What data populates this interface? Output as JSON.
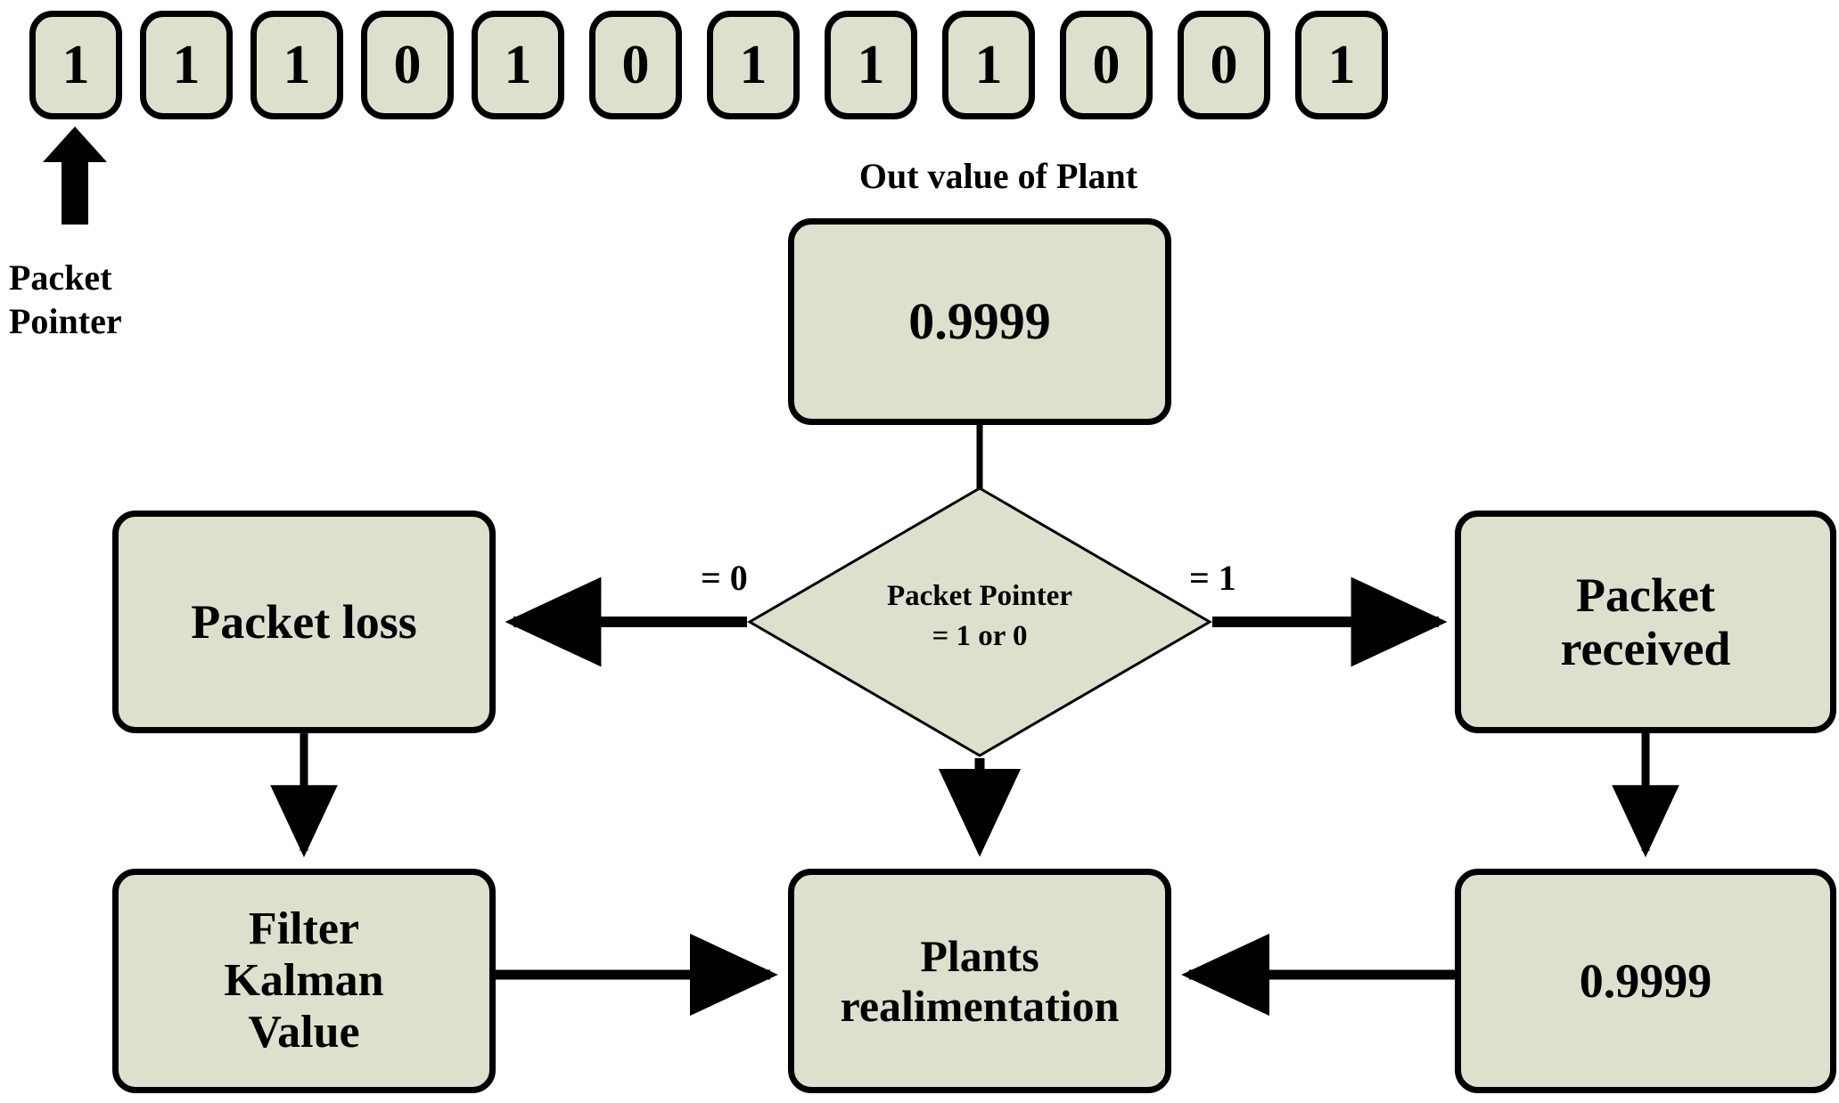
{
  "packet_stream": {
    "bits": [
      "1",
      "1",
      "1",
      "0",
      "1",
      "0",
      "1",
      "1",
      "1",
      "0",
      "0",
      "1"
    ],
    "pointer_label_line1": "Packet",
    "pointer_label_line2": "Pointer"
  },
  "plant": {
    "caption": "Out value of Plant",
    "out_value": "0.9999"
  },
  "decision": {
    "line1": "Packet Pointer",
    "line2": "= 1 or 0",
    "branch_false": "= 0",
    "branch_true": "= 1"
  },
  "nodes": {
    "packet_loss": "Packet loss",
    "packet_received_line1": "Packet",
    "packet_received_line2": "received",
    "filter_kalman_line1": "Filter",
    "filter_kalman_line2": "Kalman",
    "filter_kalman_line3": "Value",
    "plants_realimentation_line1": "Plants",
    "plants_realimentation_line2": "realimentation",
    "received_value": "0.9999"
  },
  "colors": {
    "node_fill": "#dde0cd",
    "node_stroke": "#000000",
    "background": "#ffffff"
  }
}
